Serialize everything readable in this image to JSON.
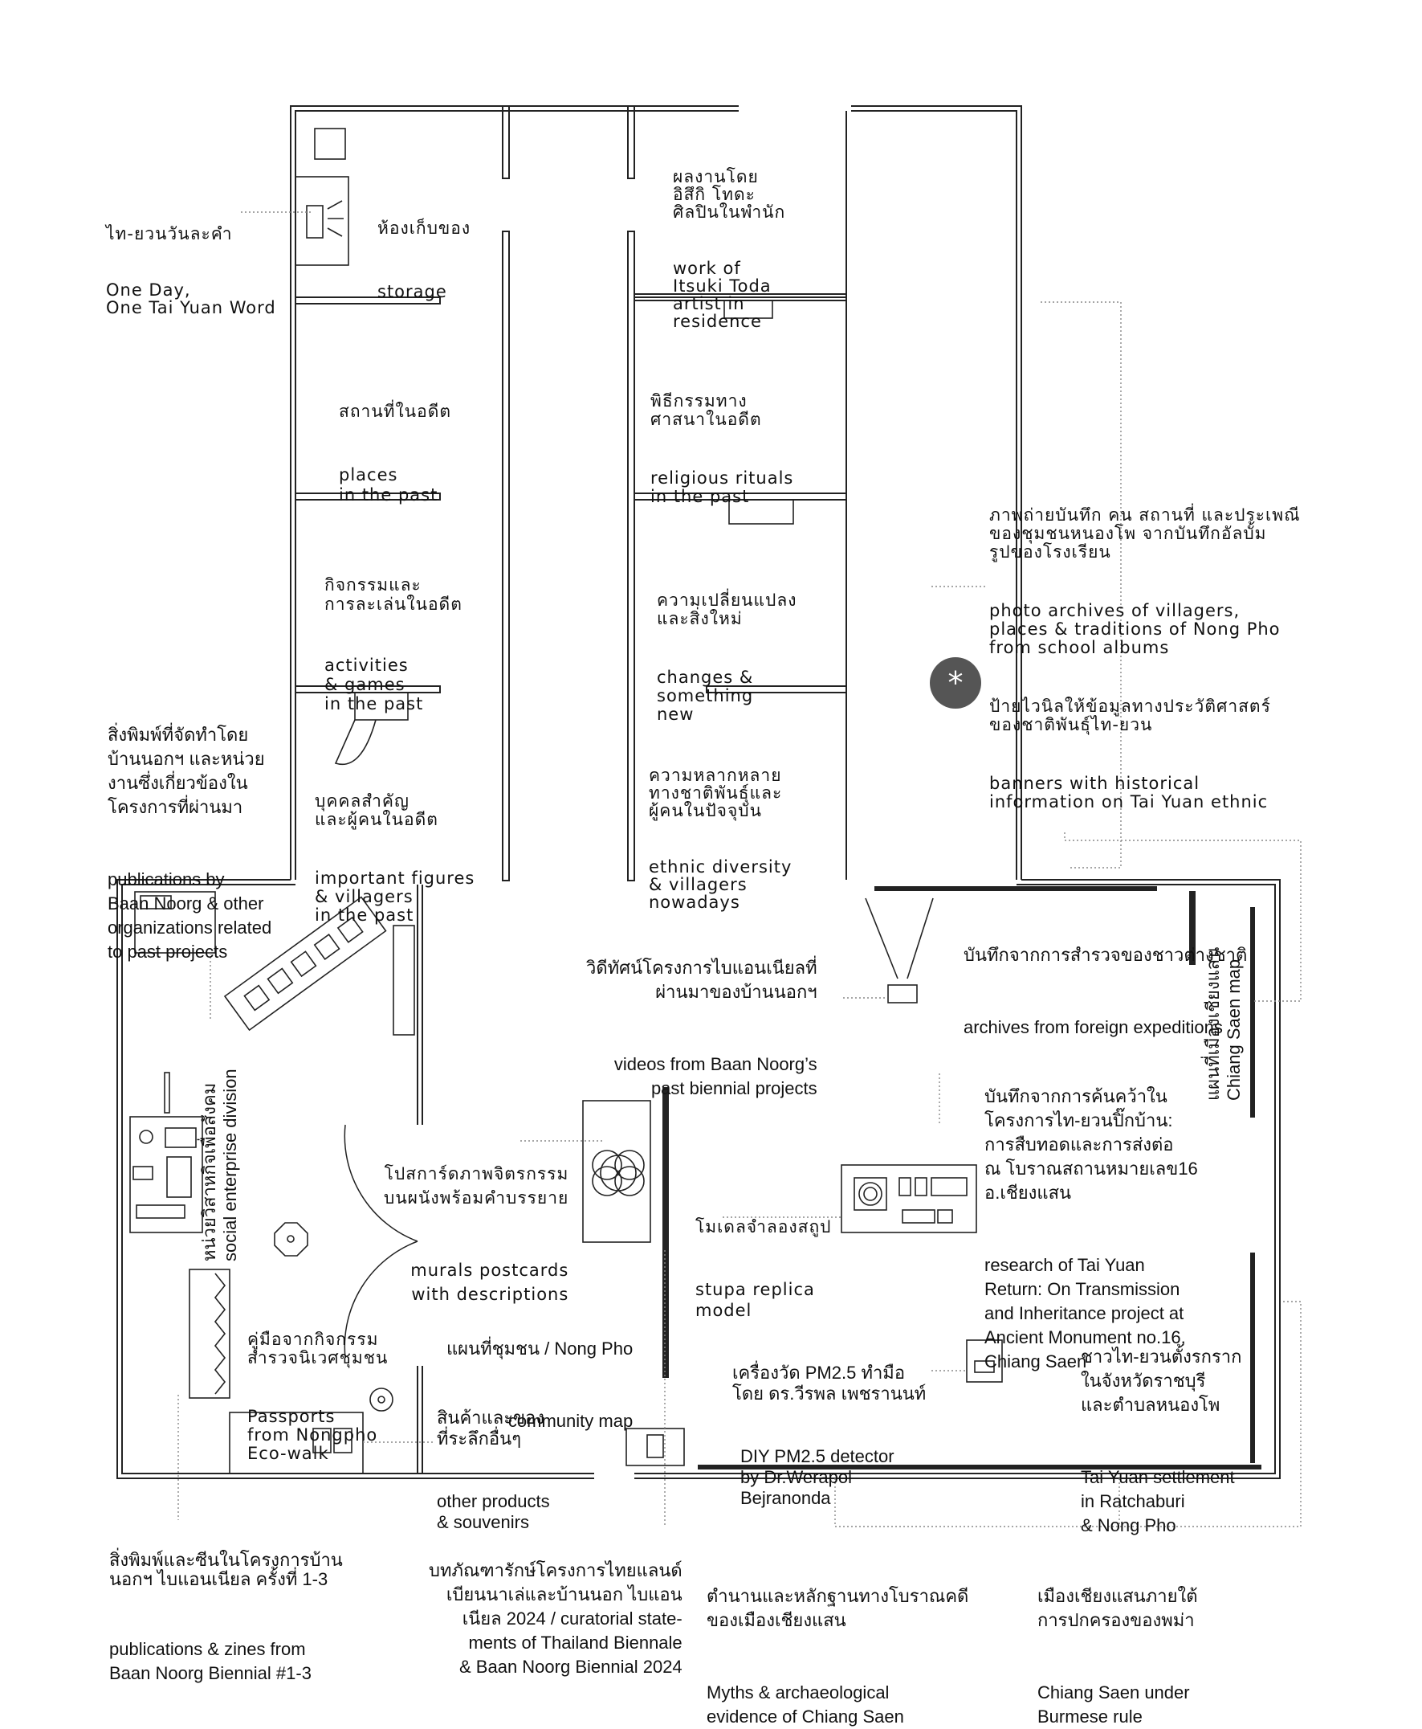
{
  "rooms": {
    "storage": {
      "th": "ห้องเก็บของ",
      "en": "storage"
    },
    "itsuki": {
      "th": "ผลงานโดย\nอิสึกิ โทดะ\nศิลปินในพำนัก",
      "en": "work of\nItsuki Toda\nartist in\nresidence"
    },
    "places": {
      "th": "สถานที่ในอดีต",
      "en": "places\nin the past"
    },
    "religious": {
      "th": "พิธีกรรมทาง\nศาสนาในอดีต",
      "en": "religious rituals\nin the past"
    },
    "activities": {
      "th": "กิจกรรมและ\nการละเล่นในอดีต",
      "en": "activities\n& games\nin the past"
    },
    "changes": {
      "th": "ความเปลี่ยนแปลง\nและสิ่งใหม่",
      "en": "changes &\nsomething\nnew"
    },
    "figures": {
      "th": "บุคคลสำคัญ\nและผู้คนในอดีต",
      "en": "important figures\n& villagers\nin the past"
    },
    "diversity": {
      "th": "ความหลากหลาย\nทางชาติพันธุ์และ\nผู้คนในปัจจุบัน",
      "en": "ethnic diversity\n& villagers\nnowadays"
    }
  },
  "annotations": {
    "one_day": {
      "th": "ไท-ยวนวันละคำ",
      "en": "One Day,\nOne Tai Yuan Word"
    },
    "photo_archives": {
      "th": "ภาพถ่ายบันทึก คน สถานที่ และประเพณี\nของชุมชนหนองโพ จากบันทึกอัลบั้ม\nรูปของโรงเรียน",
      "en": "photo archives of villagers,\nplaces & traditions of Nong Pho\nfrom school albums"
    },
    "banners": {
      "th": "ป้ายไวนิลให้ข้อมูลทางประวัติศาสตร์\nของชาติพันธุ์ไท-ยวน",
      "en": "banners with historical\ninformation on Tai Yuan ethnic",
      "badge": "*"
    },
    "publications_past": {
      "th": "สิ่งพิมพ์ที่จัดทำโดย\nบ้านนอกฯ และหน่วย\nงานซึ่งเกี่ยวข้องใน\nโครงการที่ผ่านมา",
      "en": "publications by\nBaan Noorg & other\norganizations related\nto past projects"
    },
    "videos": {
      "th": "วิดีทัศน์โครงการไบแอนเนียลที่\nผ่านมาของบ้านนอกฯ",
      "en": "videos from Baan Noorg’s\npast biennial projects"
    },
    "foreign": {
      "th": "บันทึกจากการสำรวจของชาวต่างชาติ",
      "en": "archives from foreign expeditions"
    },
    "chiang_saen_map": {
      "th": "แผนที่เมืองเชียงแสน",
      "en": "Chiang Saen map"
    },
    "research": {
      "th": "บันทึกจากการค้นคว้าใน\nโครงการไท-ยวนปิ๊กบ้าน:\nการสืบทอดและการส่งต่อ\nณ โบราณสถานหมายเลข16\nอ.เชียงแสน",
      "en": "research of Tai Yuan\nReturn: On Transmission\nand Inheritance project at\nAncient Monument no.16,\nChiang Saen"
    },
    "murals": {
      "th": "โปสการ์ดภาพจิตรกรรม\nบนผนังพร้อมคำบรรยาย",
      "en": "murals postcards\nwith descriptions"
    },
    "stupa": {
      "th": "โมเดลจำลองสถูป",
      "en": "stupa replica\nmodel"
    },
    "social_enterprise": {
      "th": "หน่วยวิสาหกิจเพื่อสังคม",
      "en": "social enterprise division"
    },
    "passports": {
      "th": "คู่มือจากกิจกรรม\nสำรวจนิเวศชุมชน",
      "en": "Passports\nfrom Nongpho\nEco-walk"
    },
    "community_map": {
      "th": "แผนที่ชุมชน / Nong Pho",
      "en": "community map"
    },
    "products": {
      "th": "สินค้าและของ\nที่ระลึกอื่นๆ",
      "en": "other products\n& souvenirs"
    },
    "pm25": {
      "th": "เครื่องวัด PM2.5 ทำมือ\nโดย ดร.วีรพล เพชรานนท์",
      "en": "DIY PM2.5 detector\nby Dr.Werapol\nBejranonda"
    },
    "settlement": {
      "th": "ชาวไท-ยวนตั้งรกราก\nในจังหวัดราชบุรี\nและตำบลหนองโพ",
      "en": "Tai Yuan settlement\nin Ratchaburi\n& Nong Pho"
    },
    "zines": {
      "th": "สิ่งพิมพ์และซีนในโครงการบ้าน\nนอกฯ ไบแอนเนียล ครั้งที่ 1-3",
      "en": "publications & zines from\nBaan Noorg Biennial #1-3"
    },
    "curatorial": {
      "th": "บทภัณฑารักษ์โครงการไทยแลนด์\nเบียนนาเล่และบ้านนอก ไบแอน\nเนียล 2024 / curatorial state-\nments of Thailand Biennale\n& Baan Noorg Biennial 2024"
    },
    "myths": {
      "th": "ตำนานและหลักฐานทางโบราณคดี\nของเมืองเชียงแสน",
      "en": "Myths & archaeological\nevidence of Chiang Saen"
    },
    "burmese": {
      "th": "เมืองเชียงแสนภายใต้\nการปกครองของพม่า",
      "en": "Chiang Saen under\nBurmese rule"
    }
  },
  "colors": {
    "wall": "#222222",
    "leader": "#888888",
    "badge": "#555555"
  }
}
